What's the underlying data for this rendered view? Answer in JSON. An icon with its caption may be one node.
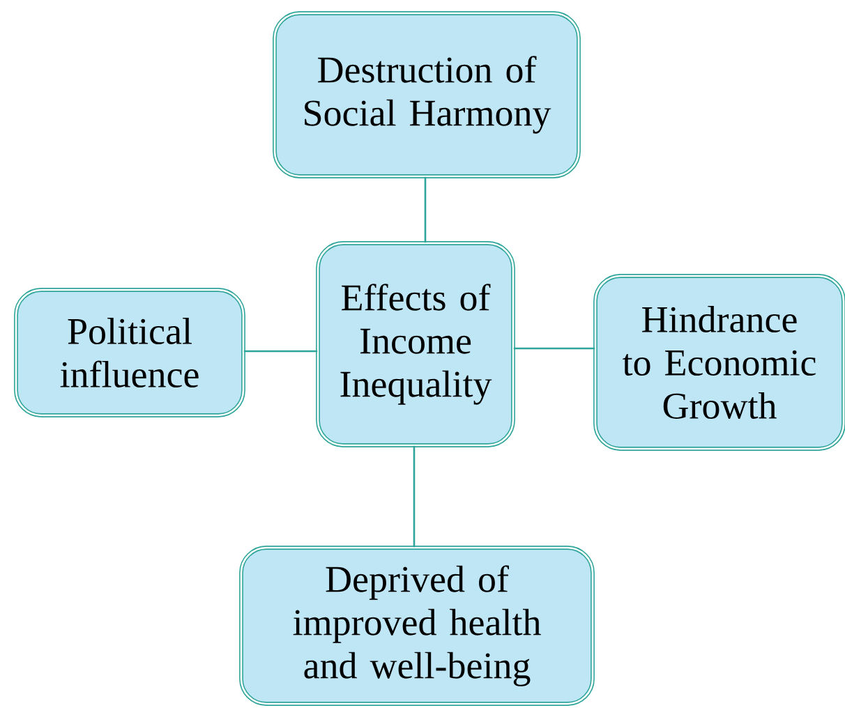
{
  "diagram": {
    "nodes": [
      {
        "text": [
          "Destruction of Social Harmony"
        ]
      },
      {
        "text": [
          "Political influence"
        ]
      },
      {
        "text": [
          "Effects of Income Inequality"
        ]
      },
      {
        "text": [
          "Hindrance to Economic Growth"
        ]
      },
      {
        "text": [
          "Deprived of improved health and well-being"
        ]
      }
    ],
    "edges": [
      {
        "from": 2,
        "to": 0,
        "arrow": "none"
      },
      {
        "from": 2,
        "to": 1,
        "arrow": "none"
      },
      {
        "from": 2,
        "to": 3,
        "arrow": "none"
      },
      {
        "from": 2,
        "to": 4,
        "arrow": "none"
      }
    ]
  }
}
